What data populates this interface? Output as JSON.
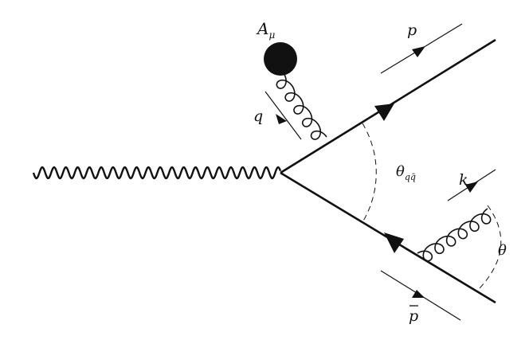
{
  "labels": {
    "background_field": "A",
    "background_field_index": "μ",
    "quark_momentum": "p",
    "antiquark_momentum": "p",
    "gluon_exchange_momentum": "q",
    "emitted_gluon_momentum": "k",
    "pair_opening_angle": "θ",
    "pair_opening_angle_index": "qq̄",
    "emission_angle": "θ"
  },
  "colors": {
    "ink": "#111111",
    "background": "#ffffff"
  }
}
